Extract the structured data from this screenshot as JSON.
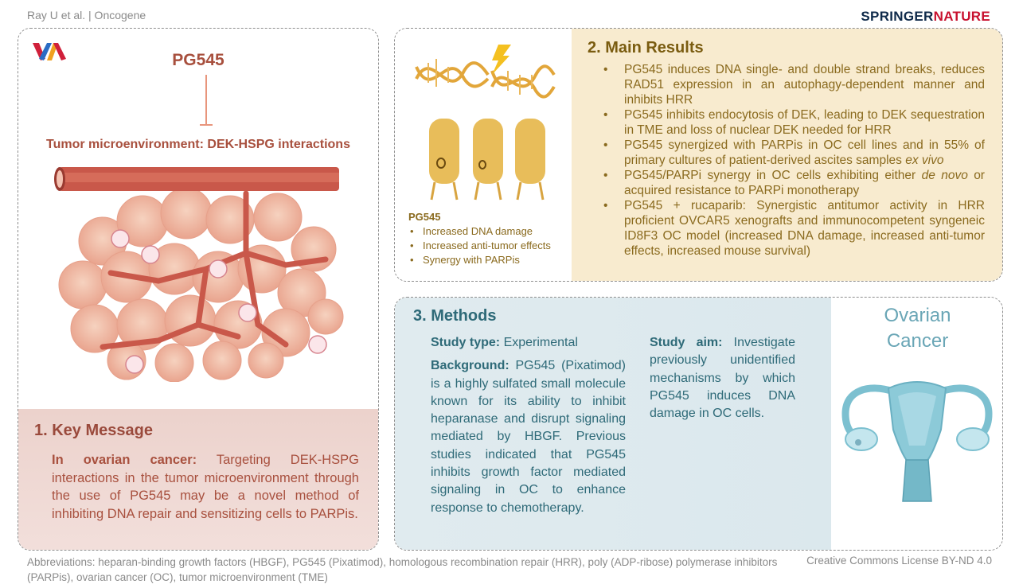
{
  "header": {
    "citation": "Ray U et al. | Oncogene",
    "brand_part1": "SPRINGER",
    "brand_part2": "NATURE"
  },
  "left_panel": {
    "logo_icon": "va-logo",
    "drug_title": "PG545",
    "target_title": "Tumor microenvironment: DEK-HSPG interactions",
    "illustration": "tumor-microenvironment-illustration",
    "key_message": {
      "heading": "1. Key Message",
      "lead_bold": "In ovarian cancer:",
      "body": " Targeting DEK-HSPG interactions in the tumor microenvironment through the use of PG545 may be a novel method of inhibiting DNA repair and sensitizing cells to PARPis."
    }
  },
  "results_panel": {
    "illustrations": [
      "dna-damage-icon",
      "mice-tumor-illustration"
    ],
    "summary": {
      "heading": "PG545",
      "items": [
        "Increased DNA damage",
        "Increased anti-tumor effects",
        "Synergy with PARPis"
      ]
    },
    "heading": "2. Main Results",
    "bullets": [
      {
        "text": "PG545 induces DNA single- and double strand breaks, reduces RAD51 expression in an autophagy-dependent manner and inhibits HRR"
      },
      {
        "text": "PG545 inhibits endocytosis of DEK, leading to DEK sequestration in TME and loss of nuclear DEK needed for HRR"
      },
      {
        "pre": "PG545 synergized with PARPis in OC cell lines and in 55% of primary cultures of patient-derived ascites samples ",
        "em": "ex vivo",
        "post": ""
      },
      {
        "pre": "PG545/PARPi synergy in OC cells exhibiting either ",
        "em": "de novo",
        "post": " or acquired resistance to PARPi monotherapy"
      },
      {
        "text": "PG545 + rucaparib: Synergistic antitumor activity in HRR proficient OVCAR5 xenografts and immunocompetent syngeneic ID8F3 OC model (increased DNA damage, increased anti-tumor effects, increased mouse survival)"
      }
    ]
  },
  "methods_panel": {
    "heading": "3. Methods",
    "study_type_label": "Study type:",
    "study_type_value": " Experimental",
    "background_label": "Background:",
    "background_value": " PG545 (Pixatimod) is a highly sulfated small molecule known for its ability to inhibit heparanase and disrupt signaling mediated by HBGF. Previous studies indicated that PG545 inhibits growth factor mediated signaling in OC to enhance response to chemotherapy.",
    "study_aim_label": "Study aim:",
    "study_aim_value": " Investigate previously unidentified mechanisms by which PG545 induces DNA damage in OC cells.",
    "side_title_line1": "Ovarian",
    "side_title_line2": "Cancer",
    "side_illustration": "uterus-ovaries-illustration"
  },
  "footer": {
    "abbreviations": "Abbreviations: heparan-binding growth factors (HBGF), PG545 (Pixatimod), homologous recombination repair (HRR), poly (ADP-ribose) polymerase inhibitors (PARPis), ovarian cancer (OC), tumor microenvironment (TME)",
    "license": "Creative Commons License BY-ND 4.0"
  },
  "colors": {
    "key_text": "#a8503e",
    "key_bg": "#ecd2cc",
    "results_text": "#8a6a1e",
    "results_bg": "#f8ebcf",
    "methods_text": "#2e6a78",
    "methods_bg": "#dfeaee",
    "ovarian_title": "#6aa6b6",
    "brand_navy": "#0f2a4a",
    "brand_red": "#c8102e"
  }
}
